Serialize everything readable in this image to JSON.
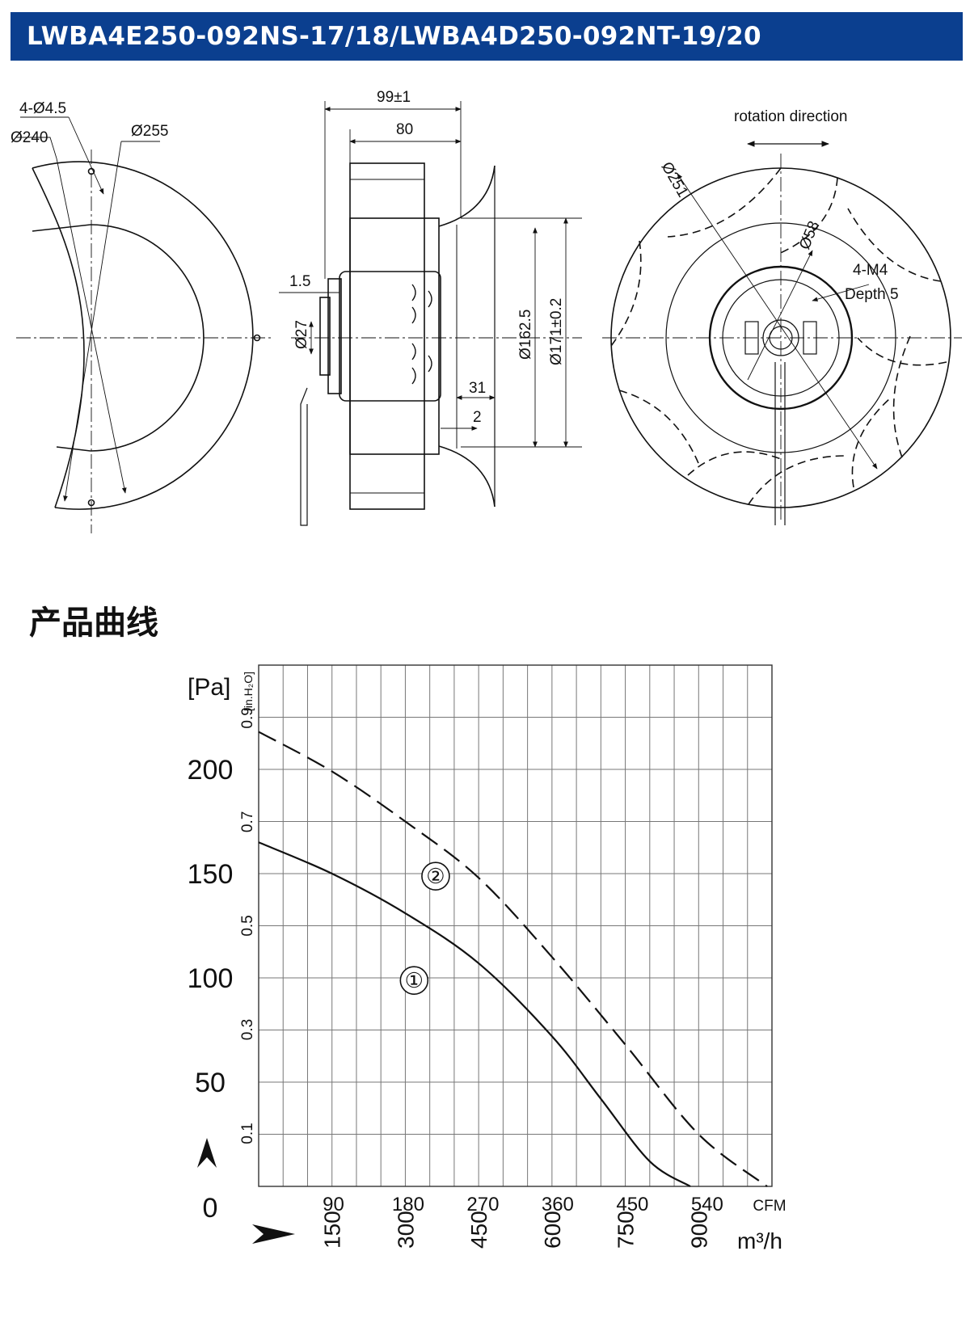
{
  "header": {
    "title": "LWBA4E250-092NS-17/18/LWBA4D250-092NT-19/20",
    "color": "#0b3f8f"
  },
  "drawing": {
    "front": {
      "hole_label": "4-Ø4.5",
      "d_inner": "Ø240",
      "d_outer": "Ø255"
    },
    "side": {
      "total_width": "99±1",
      "inner_width": "80",
      "lip": "1.5",
      "shaft": "Ø27",
      "d_inlet": "Ø162.5",
      "d_ring": "Ø171±0.2",
      "offset": "31",
      "gap": "2"
    },
    "rear": {
      "rotation": "rotation direction",
      "d_wheel": "Ø251",
      "d_hub": "Ø58",
      "threads": "4-M4",
      "depth": "Depth 5"
    }
  },
  "section": {
    "title": "产品曲线"
  },
  "chart_data": {
    "type": "line",
    "y_unit_pa": "[Pa]",
    "y_unit_inh2o": "[in.H₂O]",
    "x_unit_cfm": "CFM",
    "x_unit_m3h": "m³/h",
    "y_ticks_pa": [
      "0",
      "50",
      "100",
      "150",
      "200"
    ],
    "y_ticks_inh2o": [
      "0.1",
      "0.3",
      "0.5",
      "0.7",
      "0.9"
    ],
    "x_ticks_cfm": [
      "90",
      "180",
      "270",
      "360",
      "450",
      "540"
    ],
    "x_ticks_m3h": [
      "150",
      "300",
      "450",
      "600",
      "750",
      "900"
    ],
    "xlim_m3h": [
      0,
      1050
    ],
    "ylim_pa": [
      0,
      250
    ],
    "grid": true,
    "series": [
      {
        "name": "①",
        "style": "solid",
        "x": [
          0,
          150,
          300,
          450,
          600,
          700,
          800,
          883
        ],
        "y": [
          165,
          150,
          131,
          107,
          72,
          42,
          12,
          0
        ]
      },
      {
        "name": "②",
        "style": "dashed",
        "x": [
          0,
          150,
          300,
          450,
          600,
          750,
          900,
          1040
        ],
        "y": [
          218,
          199,
          175,
          148,
          110,
          68,
          25,
          0
        ]
      }
    ]
  }
}
